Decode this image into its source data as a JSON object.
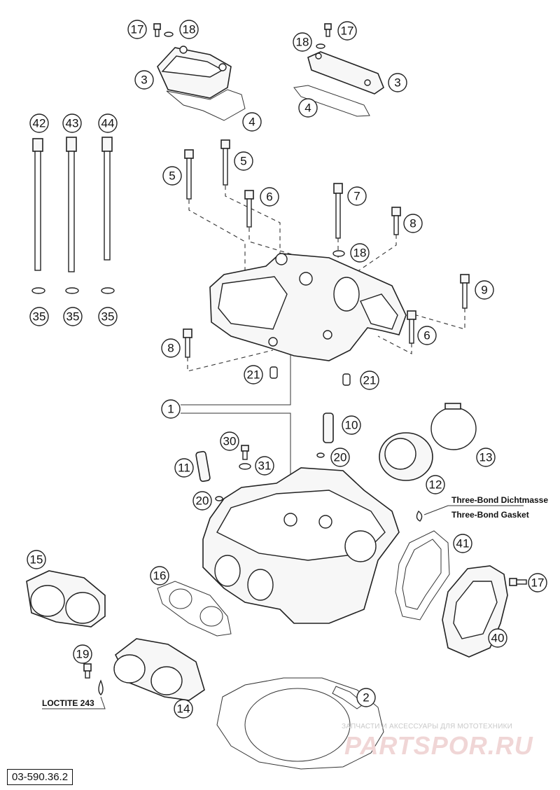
{
  "drawing": {
    "document_number": "03-590.36.2",
    "notes": {
      "three_bond_de": "Three-Bond Dichtmasse",
      "three_bond_en": "Three-Bond Gasket",
      "loctite": "LOCTITE 243"
    },
    "watermark": {
      "caption": "ЗАПЧАСТИ И АКСЕССУАРЫ ДЛЯ МОТОТЕХНИКИ",
      "logo": "PARTSPOR.RU"
    }
  },
  "callouts": [
    {
      "id": "c17a",
      "number": "17"
    },
    {
      "id": "c18a",
      "number": "18"
    },
    {
      "id": "c3a",
      "number": "3"
    },
    {
      "id": "c4a",
      "number": "4"
    },
    {
      "id": "c18b",
      "number": "18"
    },
    {
      "id": "c17b",
      "number": "17"
    },
    {
      "id": "c3b",
      "number": "3"
    },
    {
      "id": "c4b",
      "number": "4"
    },
    {
      "id": "c42",
      "number": "42"
    },
    {
      "id": "c43",
      "number": "43"
    },
    {
      "id": "c44",
      "number": "44"
    },
    {
      "id": "c35a",
      "number": "35"
    },
    {
      "id": "c35b",
      "number": "35"
    },
    {
      "id": "c35c",
      "number": "35"
    },
    {
      "id": "c5a",
      "number": "5"
    },
    {
      "id": "c5b",
      "number": "5"
    },
    {
      "id": "c6a",
      "number": "6"
    },
    {
      "id": "c7",
      "number": "7"
    },
    {
      "id": "c8a",
      "number": "8"
    },
    {
      "id": "c18c",
      "number": "18"
    },
    {
      "id": "c9",
      "number": "9"
    },
    {
      "id": "c6b",
      "number": "6"
    },
    {
      "id": "c8b",
      "number": "8"
    },
    {
      "id": "c21a",
      "number": "21"
    },
    {
      "id": "c21b",
      "number": "21"
    },
    {
      "id": "c1",
      "number": "1"
    },
    {
      "id": "c10",
      "number": "10"
    },
    {
      "id": "c30",
      "number": "30"
    },
    {
      "id": "c20a",
      "number": "20"
    },
    {
      "id": "c31",
      "number": "31"
    },
    {
      "id": "c11",
      "number": "11"
    },
    {
      "id": "c13",
      "number": "13"
    },
    {
      "id": "c12",
      "number": "12"
    },
    {
      "id": "c20b",
      "number": "20"
    },
    {
      "id": "c41",
      "number": "41"
    },
    {
      "id": "c15",
      "number": "15"
    },
    {
      "id": "c16",
      "number": "16"
    },
    {
      "id": "c17c",
      "number": "17"
    },
    {
      "id": "c40",
      "number": "40"
    },
    {
      "id": "c19",
      "number": "19"
    },
    {
      "id": "c14",
      "number": "14"
    },
    {
      "id": "c2",
      "number": "2"
    }
  ]
}
